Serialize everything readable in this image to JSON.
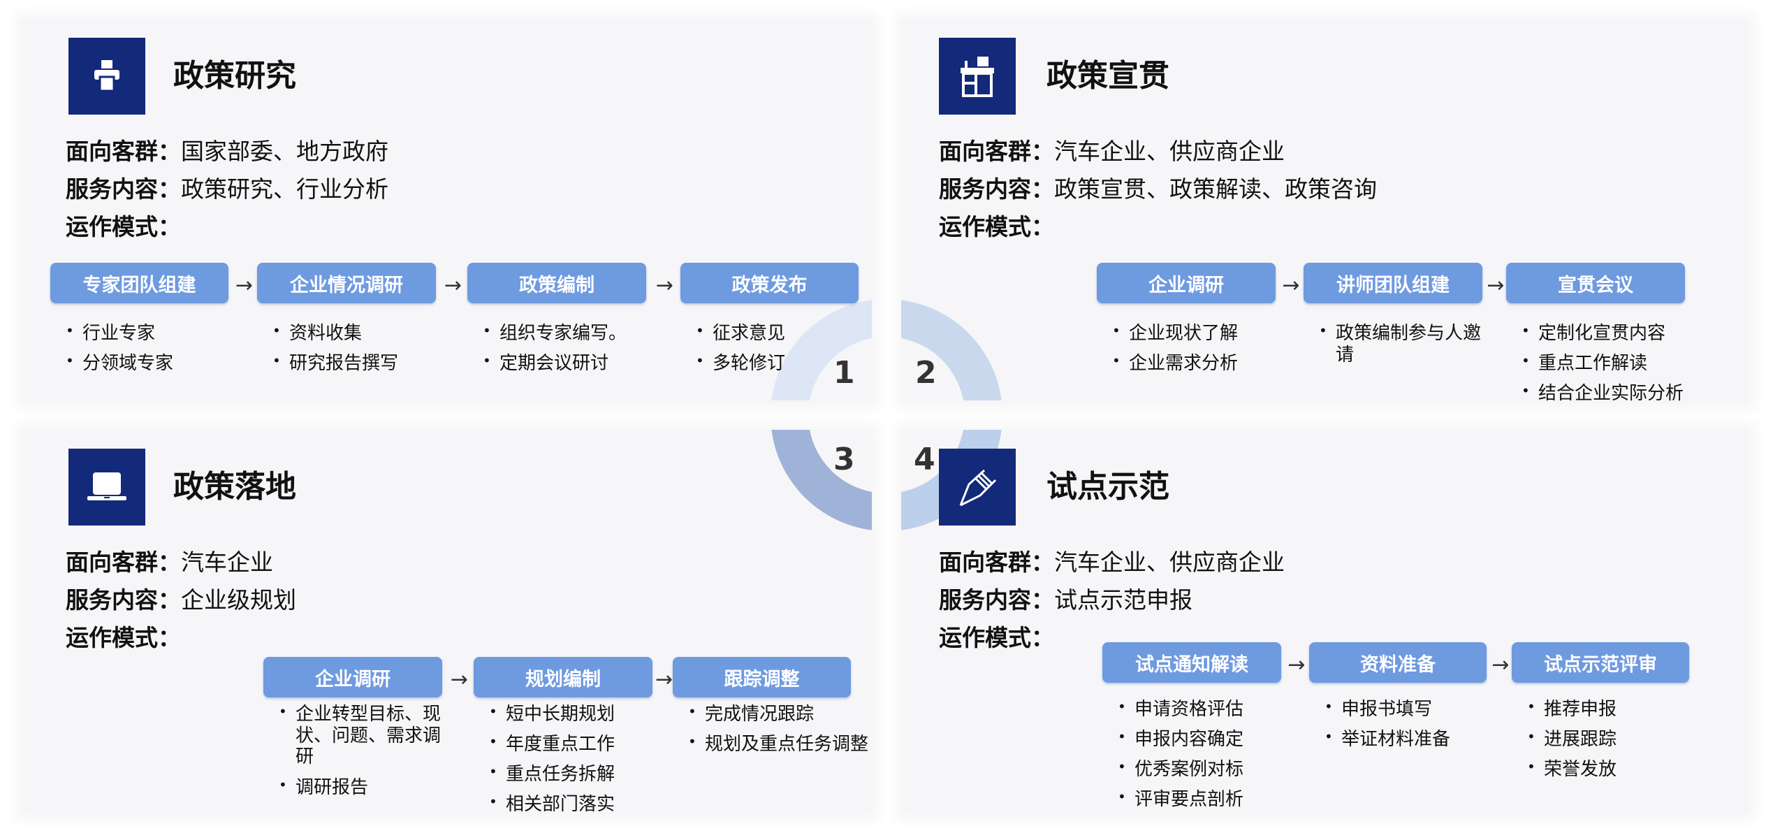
{
  "labels": {
    "audience": "面向客群：",
    "service": "服务内容：",
    "mode": "运作模式："
  },
  "colors": {
    "icon_bg": "#13297a",
    "step_box": "#6e9ae0",
    "ring": [
      "#dde6f4",
      "#cad8ee",
      "#9fb3d8",
      "#bccfeb"
    ]
  },
  "ring_numbers": [
    "1",
    "2",
    "3",
    "4"
  ],
  "panels": [
    {
      "icon": "printer-icon",
      "title": "政策研究",
      "audience": "国家部委、地方政府",
      "service": "政策研究、行业分析",
      "steps": [
        {
          "label": "专家团队组建",
          "items": [
            "行业专家",
            "分领域专家"
          ]
        },
        {
          "label": "企业情况调研",
          "items": [
            "资料收集",
            "研究报告撰写"
          ]
        },
        {
          "label": "政策编制",
          "items": [
            "组织专家编写。",
            "定期会议研讨"
          ]
        },
        {
          "label": "政策发布",
          "items": [
            "征求意见",
            "多轮修订"
          ]
        }
      ]
    },
    {
      "icon": "podium-icon",
      "title": "政策宣贯",
      "audience": "汽车企业、供应商企业",
      "service": "政策宣贯、政策解读、政策咨询",
      "steps": [
        {
          "label": "企业调研",
          "items": [
            "企业现状了解",
            "企业需求分析"
          ]
        },
        {
          "label": "讲师团队组建",
          "items": [
            "政策编制参与人邀请"
          ]
        },
        {
          "label": "宣贯会议",
          "items": [
            "定制化宣贯内容",
            "重点工作解读",
            "结合企业实际分析"
          ]
        }
      ]
    },
    {
      "icon": "laptop-icon",
      "title": "政策落地",
      "audience": "汽车企业",
      "service": "企业级规划",
      "steps": [
        {
          "label": "企业调研",
          "items": [
            "企业转型目标、现状、问题、需求调研",
            "调研报告"
          ]
        },
        {
          "label": "规划编制",
          "items": [
            "短中长期规划",
            "年度重点工作",
            "重点任务拆解",
            "相关部门落实"
          ]
        },
        {
          "label": "跟踪调整",
          "items": [
            "完成情况跟踪",
            "规划及重点任务调整"
          ]
        }
      ]
    },
    {
      "icon": "pen-icon",
      "title": "试点示范",
      "audience": "汽车企业、供应商企业",
      "service": "试点示范申报",
      "steps": [
        {
          "label": "试点通知解读",
          "items": [
            "申请资格评估",
            "申报内容确定",
            "优秀案例对标",
            "评审要点剖析"
          ]
        },
        {
          "label": "资料准备",
          "items": [
            "申报书填写",
            "举证材料准备"
          ]
        },
        {
          "label": "试点示范评审",
          "items": [
            "推荐申报",
            "进展跟踪",
            "荣誉发放"
          ]
        }
      ]
    }
  ]
}
